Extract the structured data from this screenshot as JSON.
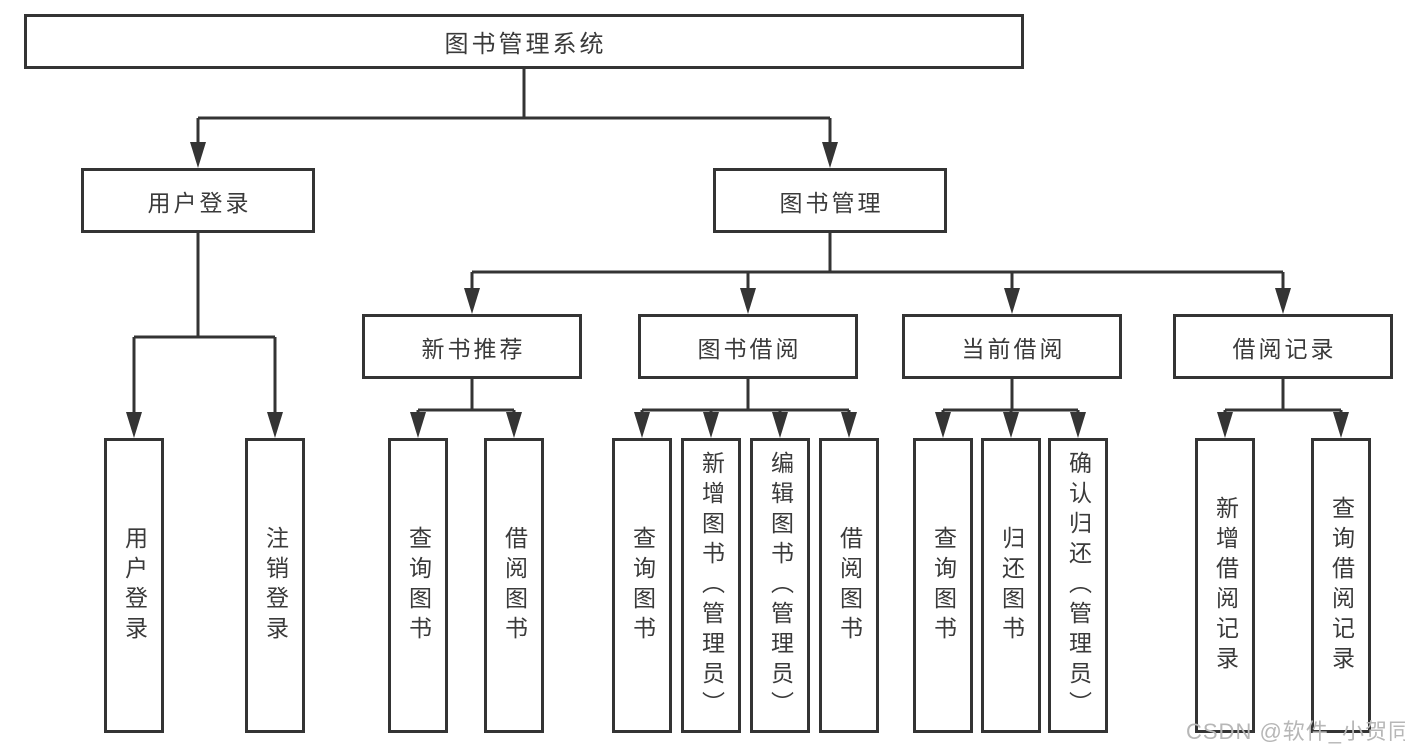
{
  "title": "图书管理系统",
  "tree": {
    "label": "图书管理系统",
    "children": [
      {
        "label": "用户登录",
        "children": [
          {
            "label": "用户登录"
          },
          {
            "label": "注销登录"
          }
        ]
      },
      {
        "label": "图书管理",
        "children": [
          {
            "label": "新书推荐",
            "children": [
              {
                "label": "查询图书"
              },
              {
                "label": "借阅图书"
              }
            ]
          },
          {
            "label": "图书借阅",
            "children": [
              {
                "label": "查询图书"
              },
              {
                "label": "新增图书（管理员）"
              },
              {
                "label": "编辑图书（管理员）"
              },
              {
                "label": "借阅图书"
              }
            ]
          },
          {
            "label": "当前借阅",
            "children": [
              {
                "label": "查询图书"
              },
              {
                "label": "归还图书"
              },
              {
                "label": "确认归还（管理员）"
              }
            ]
          },
          {
            "label": "借阅记录",
            "children": [
              {
                "label": "新增借阅记录"
              },
              {
                "label": "查询借阅记录"
              }
            ]
          }
        ]
      }
    ]
  },
  "watermark": "CSDN @软件_小贺同学",
  "colors": {
    "line": "#343434",
    "box_border": "#343434",
    "box_fill": "#ffffff",
    "text": "#3a3a3a",
    "watermark": "#b7b7b7",
    "background": "#ffffff"
  }
}
